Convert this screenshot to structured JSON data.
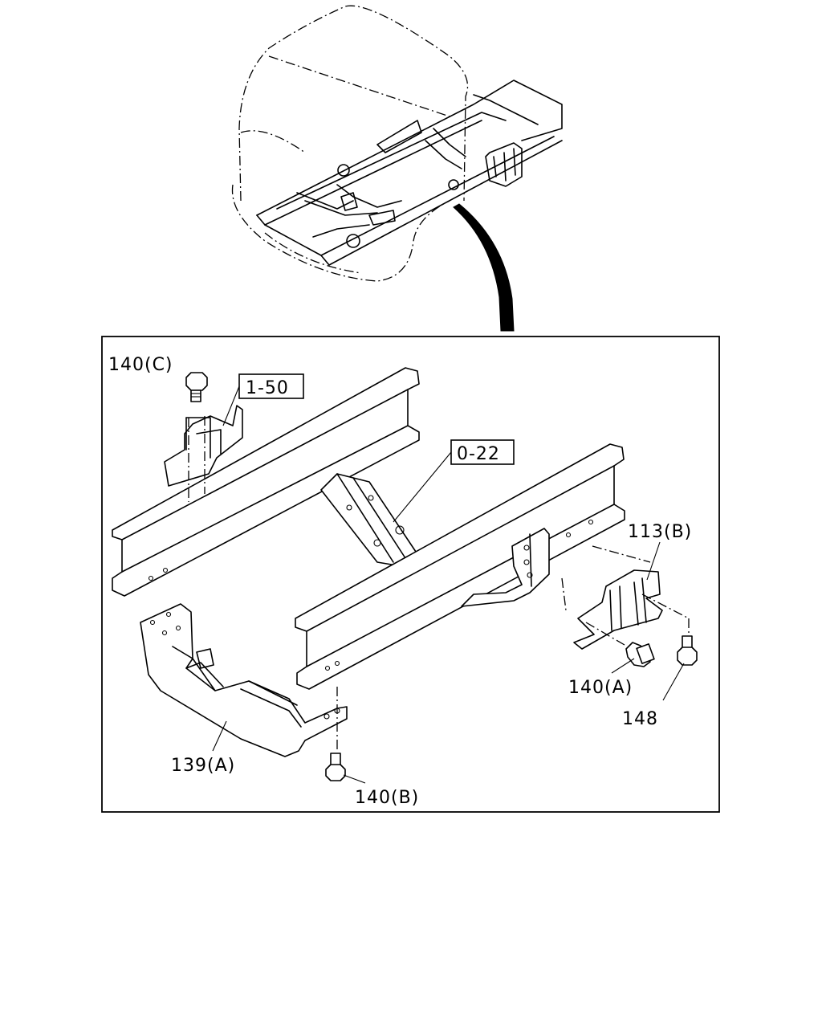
{
  "diagram": {
    "labels": {
      "bolt_c": "140(C)",
      "ref_1_50": "1-50",
      "ref_0_22": "0-22",
      "bracket_113b": "113(B)",
      "bolt_a": "140(A)",
      "bolt_148": "148",
      "bracket_139a": "139(A)",
      "bolt_b": "140(B)"
    }
  }
}
